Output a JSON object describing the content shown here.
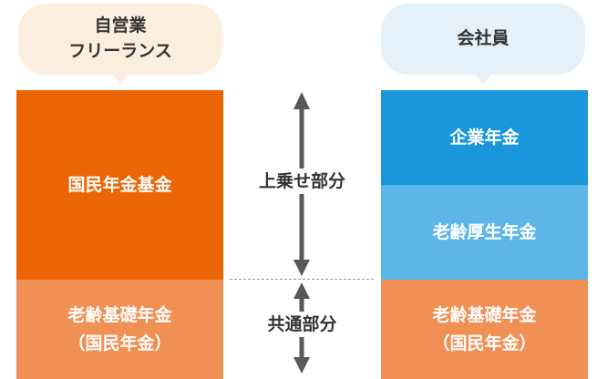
{
  "left_column": {
    "bubble_label": "自営業\nフリーランス",
    "upper_block_label": "国民年金基金",
    "lower_block_label": "老齢基礎年金\n（国民年金）"
  },
  "right_column": {
    "bubble_label": "会社員",
    "top_block_label": "企業年金",
    "middle_block_label": "老齢厚生年金",
    "lower_block_label": "老齢基礎年金\n（国民年金）"
  },
  "center": {
    "upper_label": "上乗せ部分",
    "lower_label": "共通部分"
  },
  "colors": {
    "orange_dark": "#EB6505",
    "orange_light": "#F09055",
    "blue_dark": "#1A96DC",
    "blue_light": "#5CB6E8",
    "bubble_peach": "#FCEEDE",
    "bubble_blue": "#E4F1FB",
    "arrow_gray": "#595757"
  }
}
